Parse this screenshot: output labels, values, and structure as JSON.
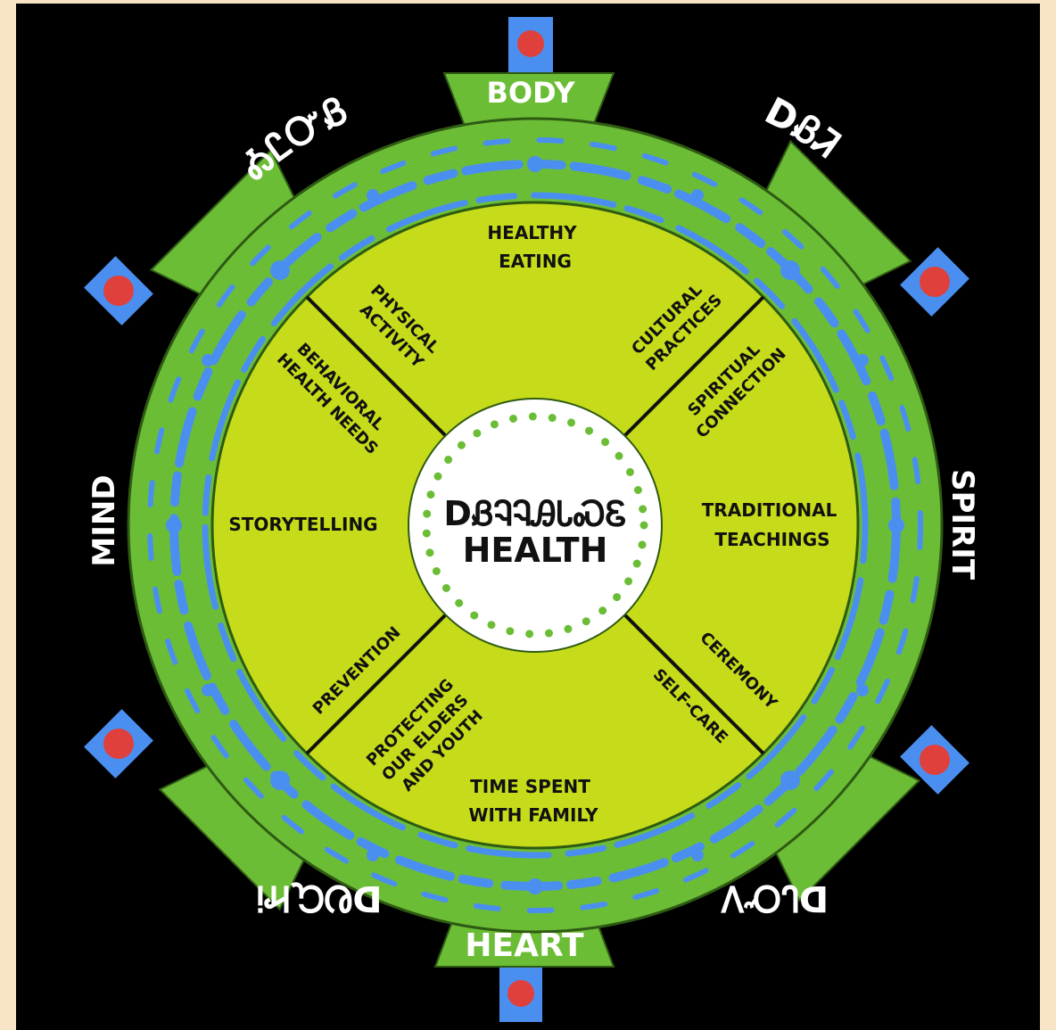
{
  "center": {
    "line1": "DᏰᎸᎸᎯᏓᏍᏋ",
    "line2": "HEALTH"
  },
  "directions": {
    "top": "BODY",
    "bottom": "HEART",
    "left": "MIND",
    "right": "SPIRIT"
  },
  "cherokee": {
    "top_left": "ᎣᏝᏅᏰ",
    "top_right": "DᏰᏘ",
    "bottom_left": "DᎧᏩᏥᎥ",
    "bottom_right": "DᏓᏅᏙ"
  },
  "segments": {
    "top": [
      "HEALTHY",
      "EATING"
    ],
    "top_left_a": [
      "PHYSICAL",
      "ACTIVITY"
    ],
    "top_left_b": [
      "BEHAVIORAL",
      "HEALTH NEEDS"
    ],
    "top_right_a": [
      "CULTURAL",
      "PRACTICES"
    ],
    "top_right_b": [
      "SPIRITUAL",
      "CONNECTION"
    ],
    "left": "STORYTELLING",
    "right": [
      "TRADITIONAL",
      "TEACHINGS"
    ],
    "bottom_left_a": "PREVENTION",
    "bottom_left_b": [
      "PROTECTING",
      "OUR ELDERS",
      "AND YOUTH"
    ],
    "bottom_right_a": "CEREMONY",
    "bottom_right_b": "SELF-CARE",
    "bottom": [
      "TIME SPENT",
      "WITH FAMILY"
    ]
  },
  "colors": {
    "background": "#000000",
    "outer_ring": "#6cbd36",
    "inner_disc": "#c6dc1a",
    "ornament": "#4a8ff0",
    "marker_red": "#e0403c",
    "center": "#ffffff"
  }
}
